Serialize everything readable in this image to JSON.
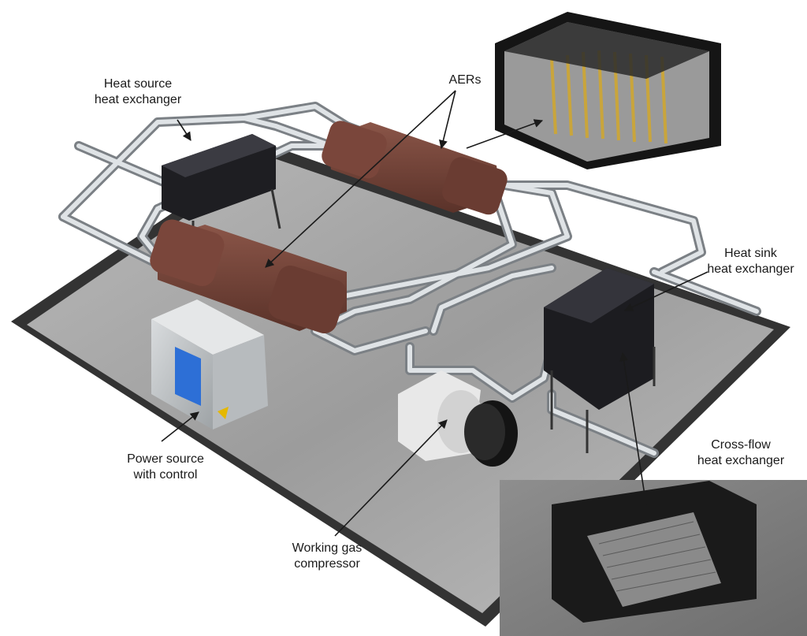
{
  "labels": {
    "heat_source": [
      "Heat source",
      "heat exchanger"
    ],
    "aers": "AERs",
    "heat_sink": [
      "Heat sink",
      "heat exchanger"
    ],
    "cross_flow": [
      "Cross-flow",
      "heat exchanger"
    ],
    "power_source": [
      "Power source",
      "with control"
    ],
    "compressor": [
      "Working gas",
      "compressor"
    ]
  },
  "colors": {
    "platform": "#a9a9a9",
    "frame": "#3a3a3a",
    "pipe": "#cfd3d6",
    "aer": "#6e3f35",
    "exchanger": "#1e1e22",
    "panel_screen": "#2d6fd6",
    "fins": "#c9a53c"
  }
}
